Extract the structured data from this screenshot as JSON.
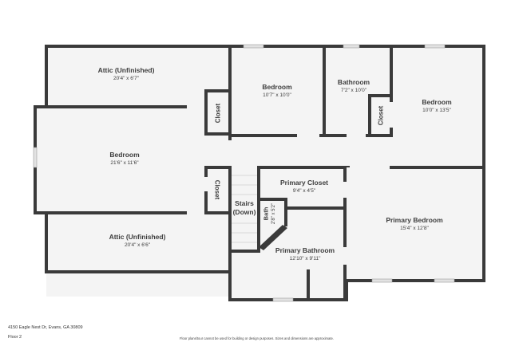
{
  "floor_plan": {
    "rooms": [
      {
        "id": "attic-top",
        "name": "Attic (Unfinished)",
        "dimensions": "20'4\" x 6'7\""
      },
      {
        "id": "bedroom-1",
        "name": "Bedroom",
        "dimensions": "10'7\" x 10'0\""
      },
      {
        "id": "bathroom",
        "name": "Bathroom",
        "dimensions": "7'2\" x 10'0\""
      },
      {
        "id": "bedroom-2",
        "name": "Bedroom",
        "dimensions": "10'0\" x 13'5\""
      },
      {
        "id": "bedroom-large",
        "name": "Bedroom",
        "dimensions": "21'6\" x 11'6\""
      },
      {
        "id": "primary-closet",
        "name": "Primary Closet",
        "dimensions": "9'4\" x 4'5\""
      },
      {
        "id": "primary-bedroom",
        "name": "Primary Bedroom",
        "dimensions": "15'4\" x 12'8\""
      },
      {
        "id": "primary-bathroom",
        "name": "Primary Bathroom",
        "dimensions": "12'10\" x 9'11\""
      },
      {
        "id": "attic-bottom",
        "name": "Attic (Unfinished)",
        "dimensions": "20'4\" x 6'6\""
      },
      {
        "id": "bath-small",
        "name": "Bath",
        "dimensions": "2'8\" x 5'2\""
      }
    ],
    "closets": [
      "Closet",
      "Closet",
      "Closet"
    ],
    "stairs": {
      "line1": "Stairs",
      "line2": "(Down)"
    }
  },
  "footer": {
    "address": "4150 Eagle Nest Dr, Evans, GA 30809",
    "floor": "Floor 2",
    "disclaimer": "Floor plans/tour cannot be used for building or design purposes. Sizes and dimensions are approximate."
  }
}
